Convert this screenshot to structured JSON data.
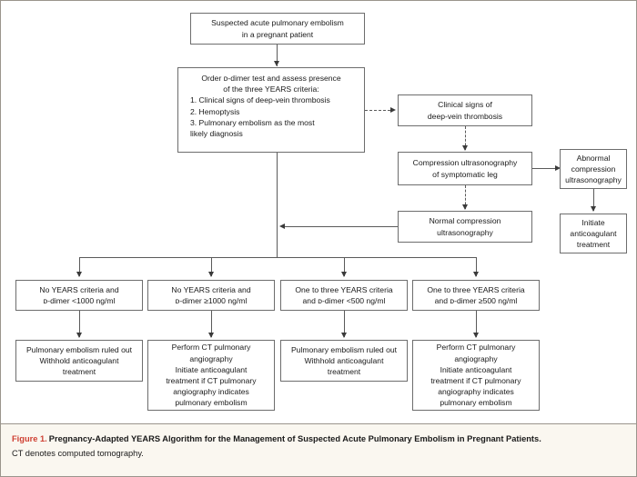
{
  "figure": {
    "number_label": "Figure 1.",
    "title": "Pregnancy-Adapted YEARS Algorithm for the Management of Suspected Acute Pulmonary Embolism in Pregnant Patients.",
    "note": "CT denotes computed tomography.",
    "accent_color": "#cf4033",
    "caption_background": "#faf7f0",
    "border_color": "#9a958c",
    "box_border_color": "#6d6d6d",
    "connector_color": "#5a5a5a"
  },
  "nodes": {
    "start": {
      "id": "suspected-pe",
      "text": "Suspected acute pulmonary embolism\nin a pregnant patient"
    },
    "assess": {
      "id": "order-ddimer-years",
      "line1": "Order ᴅ-dimer test and assess presence",
      "line2": "of the three YEARS criteria:",
      "criteria": [
        "1. Clinical signs of deep-vein thrombosis",
        "2. Hemoptysis",
        "3. Pulmonary embolism as the most\n    likely diagnosis"
      ]
    },
    "dvt_signs": {
      "id": "clinical-signs-dvt",
      "text": "Clinical signs of\ndeep-vein thrombosis"
    },
    "compression_us": {
      "id": "compression-ultrasonography",
      "text": "Compression ultrasonography\nof symptomatic leg"
    },
    "abnormal_us": {
      "id": "abnormal-compression-ultrasonography",
      "text": "Abnormal\ncompression\nultrasonography"
    },
    "initiate_ac": {
      "id": "initiate-anticoagulant-treatment",
      "text": "Initiate\nanticoagulant\ntreatment"
    },
    "normal_us": {
      "id": "normal-compression-ultrasonography",
      "text": "Normal compression\nultrasonography"
    }
  },
  "branches": [
    {
      "id": "branch-no-years-low-ddimer",
      "criteria_text": "No YEARS criteria and\nᴅ-dimer <1000 ng/ml",
      "outcome_text": "Pulmonary embolism ruled out\nWithhold anticoagulant\ntreatment"
    },
    {
      "id": "branch-no-years-high-ddimer",
      "criteria_text": "No YEARS criteria and\nᴅ-dimer ≥1000 ng/ml",
      "outcome_text": "Perform CT pulmonary\nangiography\nInitiate anticoagulant\ntreatment if CT pulmonary\nangiography indicates\npulmonary embolism"
    },
    {
      "id": "branch-years-low-ddimer",
      "criteria_text": "One to three YEARS criteria\nand ᴅ-dimer <500 ng/ml",
      "outcome_text": "Pulmonary embolism ruled out\nWithhold anticoagulant\ntreatment"
    },
    {
      "id": "branch-years-high-ddimer",
      "criteria_text": "One to three YEARS criteria\nand ᴅ-dimer ≥500 ng/ml",
      "outcome_text": "Perform CT pulmonary\nangiography\nInitiate anticoagulant\ntreatment if CT pulmonary\nangiography indicates\npulmonary embolism"
    }
  ]
}
